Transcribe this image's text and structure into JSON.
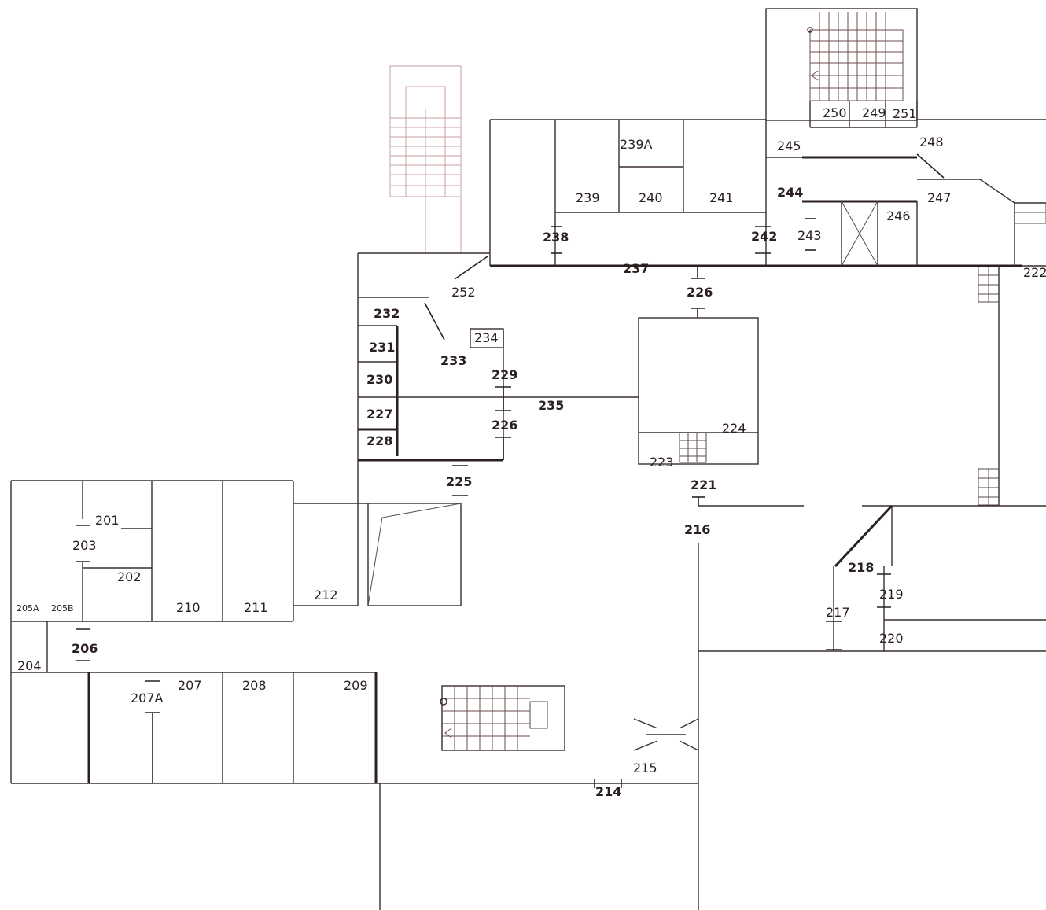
{
  "rooms": [
    {
      "id": "201",
      "label": "201"
    },
    {
      "id": "202",
      "label": "202"
    },
    {
      "id": "203",
      "label": "203"
    },
    {
      "id": "204",
      "label": "204"
    },
    {
      "id": "205A",
      "label": "205A"
    },
    {
      "id": "205B",
      "label": "205B"
    },
    {
      "id": "206",
      "label": "206"
    },
    {
      "id": "207",
      "label": "207"
    },
    {
      "id": "207A",
      "label": "207A"
    },
    {
      "id": "208",
      "label": "208"
    },
    {
      "id": "209",
      "label": "209"
    },
    {
      "id": "210",
      "label": "210"
    },
    {
      "id": "211",
      "label": "211"
    },
    {
      "id": "212",
      "label": "212"
    },
    {
      "id": "214",
      "label": "214"
    },
    {
      "id": "215",
      "label": "215"
    },
    {
      "id": "216",
      "label": "216"
    },
    {
      "id": "217",
      "label": "217"
    },
    {
      "id": "218",
      "label": "218"
    },
    {
      "id": "219",
      "label": "219"
    },
    {
      "id": "220",
      "label": "220"
    },
    {
      "id": "221",
      "label": "221"
    },
    {
      "id": "222",
      "label": "222"
    },
    {
      "id": "223",
      "label": "223"
    },
    {
      "id": "224",
      "label": "224"
    },
    {
      "id": "225",
      "label": "225"
    },
    {
      "id": "226a",
      "label": "226"
    },
    {
      "id": "226b",
      "label": "226"
    },
    {
      "id": "227",
      "label": "227"
    },
    {
      "id": "228",
      "label": "228"
    },
    {
      "id": "229",
      "label": "229"
    },
    {
      "id": "230",
      "label": "230"
    },
    {
      "id": "231",
      "label": "231"
    },
    {
      "id": "232",
      "label": "232"
    },
    {
      "id": "233",
      "label": "233"
    },
    {
      "id": "234",
      "label": "234"
    },
    {
      "id": "235",
      "label": "235"
    },
    {
      "id": "237",
      "label": "237"
    },
    {
      "id": "238",
      "label": "238"
    },
    {
      "id": "239",
      "label": "239"
    },
    {
      "id": "239A",
      "label": "239A"
    },
    {
      "id": "240",
      "label": "240"
    },
    {
      "id": "241",
      "label": "241"
    },
    {
      "id": "242",
      "label": "242"
    },
    {
      "id": "243",
      "label": "243"
    },
    {
      "id": "244",
      "label": "244"
    },
    {
      "id": "245",
      "label": "245"
    },
    {
      "id": "246",
      "label": "246"
    },
    {
      "id": "247",
      "label": "247"
    },
    {
      "id": "248",
      "label": "248"
    },
    {
      "id": "249",
      "label": "249"
    },
    {
      "id": "250",
      "label": "250"
    },
    {
      "id": "251",
      "label": "251"
    },
    {
      "id": "252",
      "label": "252"
    }
  ]
}
